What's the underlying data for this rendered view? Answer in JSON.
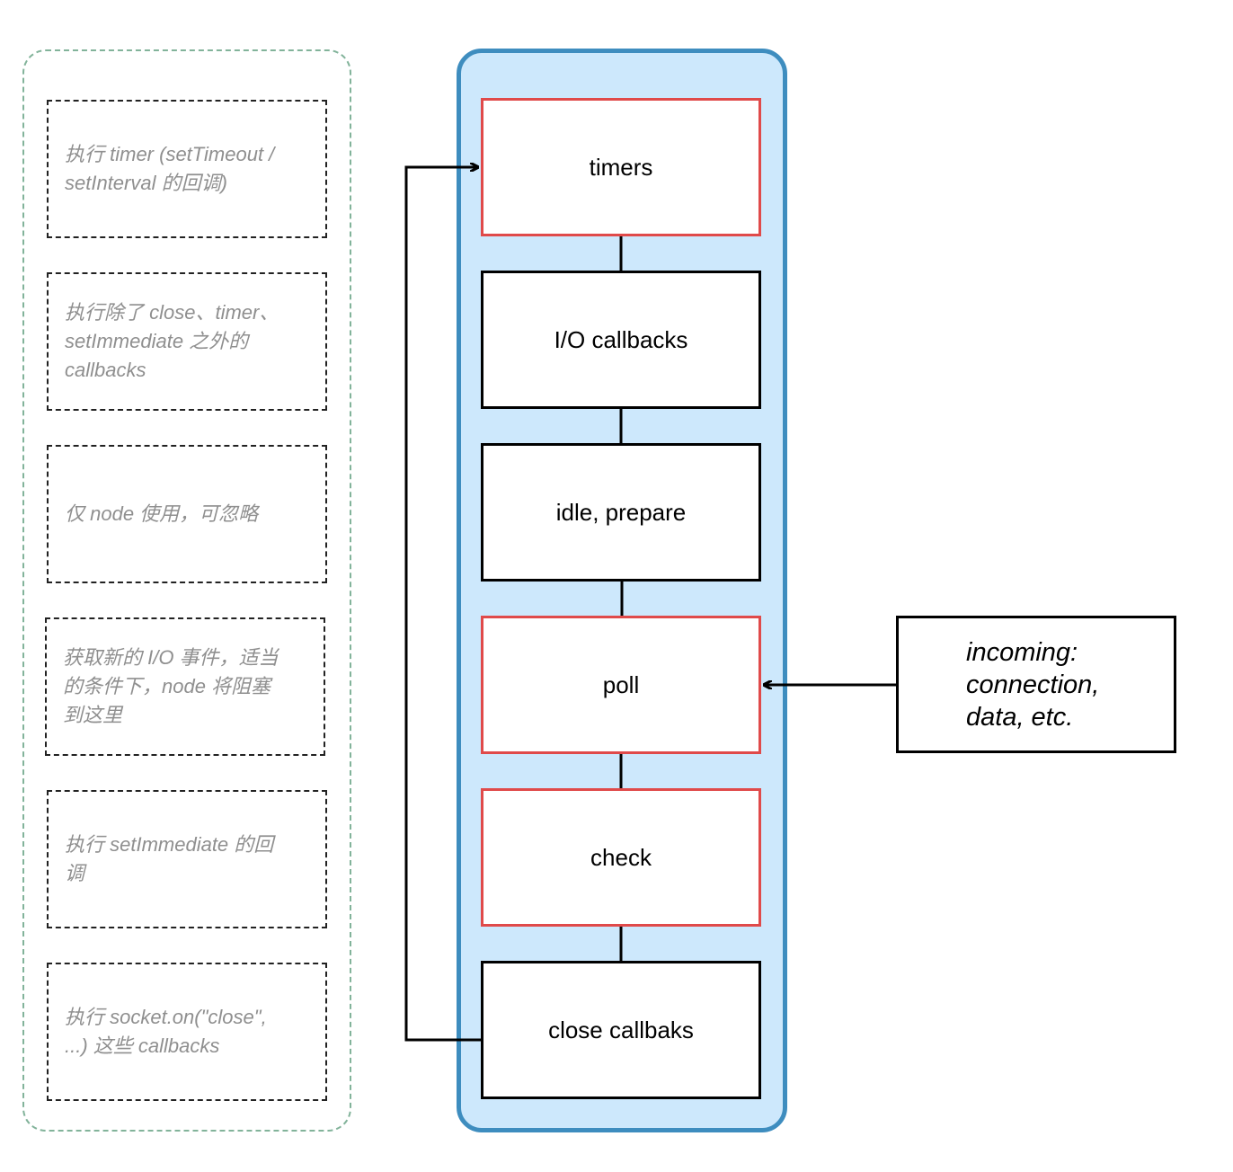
{
  "notes": [
    {
      "id": "timers-note",
      "text": "执行 timer (setTimeout /\nsetInterval 的回调)"
    },
    {
      "id": "io-note",
      "text": "执行除了 close、timer、\nsetImmediate 之外的\ncallbacks"
    },
    {
      "id": "idle-note",
      "text": "仅 node 使用，可忽略"
    },
    {
      "id": "poll-note",
      "text": "获取新的 I/O 事件，适当\n的条件下，node 将阻塞\n到这里"
    },
    {
      "id": "check-note",
      "text": "执行 setImmediate 的回\n调"
    },
    {
      "id": "close-note",
      "text": "执行 socket.on(\"close\",\n...) 这些 callbacks"
    }
  ],
  "phases": [
    {
      "id": "timers",
      "label": "timers",
      "highlight": true
    },
    {
      "id": "io-callbacks",
      "label": "I/O callbacks",
      "highlight": false
    },
    {
      "id": "idle-prepare",
      "label": "idle, prepare",
      "highlight": false
    },
    {
      "id": "poll",
      "label": "poll",
      "highlight": true
    },
    {
      "id": "check",
      "label": "check",
      "highlight": true
    },
    {
      "id": "close-callbacks",
      "label": "close callbaks",
      "highlight": false
    }
  ],
  "incoming": {
    "text": "incoming:\nconnection,\ndata, etc."
  },
  "colors": {
    "highlight_border": "#e04a4a",
    "normal_border": "#000000",
    "loop_fill": "#cde8fc",
    "loop_border": "#3e8dbf",
    "notes_border": "#82b39a",
    "note_text": "#8f8f8f"
  }
}
